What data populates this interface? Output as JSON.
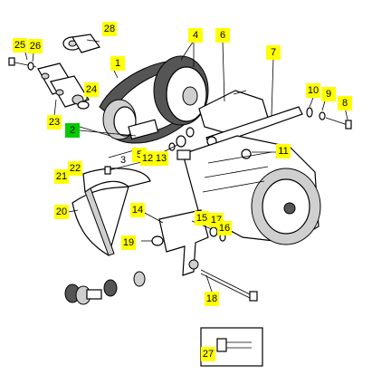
{
  "callouts": [
    {
      "id": "c25",
      "label": "25"
    },
    {
      "id": "c26",
      "label": "26"
    },
    {
      "id": "c28",
      "label": "28"
    },
    {
      "id": "c1",
      "label": "1"
    },
    {
      "id": "c4",
      "label": "4"
    },
    {
      "id": "c6",
      "label": "6"
    },
    {
      "id": "c7",
      "label": "7"
    },
    {
      "id": "c24",
      "label": "24"
    },
    {
      "id": "c23",
      "label": "23"
    },
    {
      "id": "c2",
      "label": "2"
    },
    {
      "id": "c10",
      "label": "10"
    },
    {
      "id": "c9",
      "label": "9"
    },
    {
      "id": "c8",
      "label": "8"
    },
    {
      "id": "c11",
      "label": "11"
    },
    {
      "id": "c22",
      "label": "22"
    },
    {
      "id": "c21",
      "label": "21"
    },
    {
      "id": "c5",
      "label": "5"
    },
    {
      "id": "c12",
      "label": "12"
    },
    {
      "id": "c13",
      "label": "13"
    },
    {
      "id": "c20",
      "label": "20"
    },
    {
      "id": "c14",
      "label": "14"
    },
    {
      "id": "c15",
      "label": "15"
    },
    {
      "id": "c17",
      "label": "17"
    },
    {
      "id": "c16",
      "label": "16"
    },
    {
      "id": "c19",
      "label": "19"
    },
    {
      "id": "c18",
      "label": "18"
    },
    {
      "id": "c27",
      "label": "27"
    }
  ],
  "plain_labels": [
    {
      "id": "p3",
      "label": "3"
    }
  ],
  "colors": {
    "callout_bg": "#ffff00",
    "callout_highlight": "#00cc00"
  }
}
